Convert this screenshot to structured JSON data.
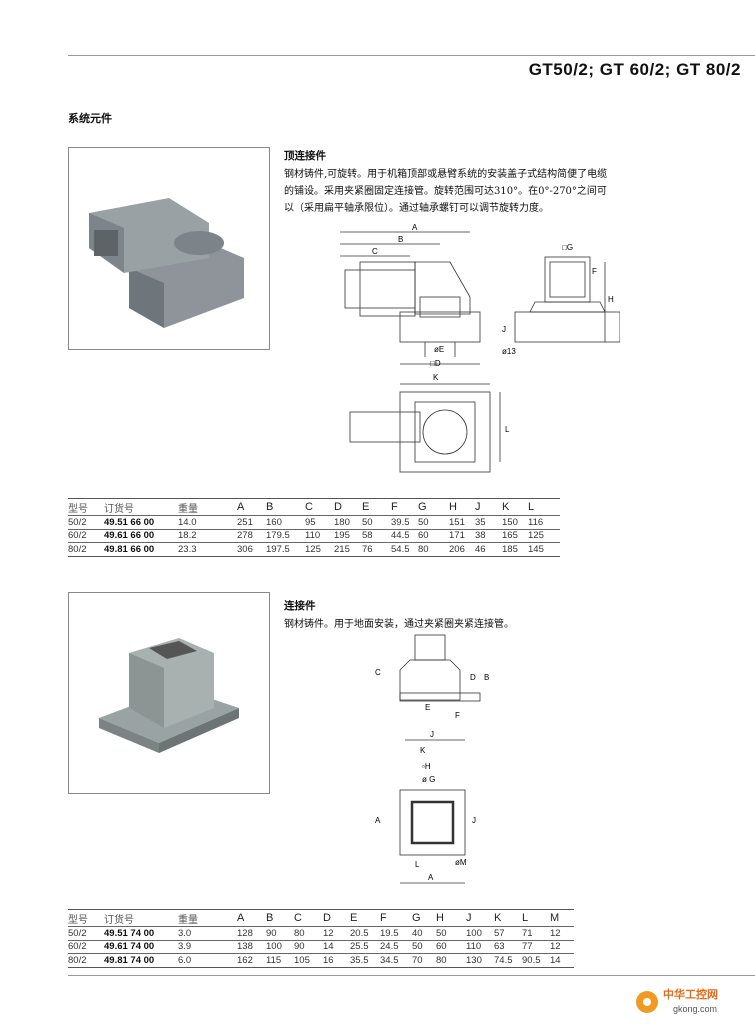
{
  "header": {
    "title": "GT50/2; GT 60/2; GT 80/2"
  },
  "section": "系统元件",
  "products": [
    {
      "name": "顶连接件",
      "description": [
        "钢材铸件,可旋转。用于机箱顶部或悬臂系统的安装盖子式结构简便了电缆",
        "的铺设。采用夹紧圈固定连接管。旋转范围可达310°。在0°-270°之间可",
        "以（采用扁平轴承限位）。通过轴承螺钉可以调节旋转力度。"
      ],
      "drawing_labels": {
        "A": "A",
        "B": "B",
        "C": "C",
        "E": "øE",
        "D": "□D",
        "G": "□G",
        "F": "F",
        "H": "H",
        "J": "J",
        "d13": "ø13",
        "K": "K",
        "L": "L"
      },
      "table": {
        "headers": [
          "型号",
          "订货号",
          "重量",
          "A",
          "B",
          "C",
          "D",
          "E",
          "F",
          "G",
          "H",
          "J",
          "K",
          "L"
        ],
        "rows": [
          [
            "50/2",
            "49.51 66 00",
            "14.0",
            "251",
            "160",
            "95",
            "180",
            "50",
            "39.5",
            "50",
            "151",
            "35",
            "150",
            "116"
          ],
          [
            "60/2",
            "49.61 66 00",
            "18.2",
            "278",
            "179.5",
            "110",
            "195",
            "58",
            "44.5",
            "60",
            "171",
            "38",
            "165",
            "125"
          ],
          [
            "80/2",
            "49.81 66 00",
            "23.3",
            "306",
            "197.5",
            "125",
            "215",
            "76",
            "54.5",
            "80",
            "206",
            "46",
            "185",
            "145"
          ]
        ]
      }
    },
    {
      "name": "连接件",
      "description": [
        "钢材铸件。用于地面安装，通过夹紧圈夹紧连接管。"
      ],
      "drawing_labels": {
        "C": "C",
        "D": "D",
        "B": "B",
        "E": "E",
        "F": "F",
        "J": "J",
        "K": "K",
        "H": "▫H",
        "G": "ø G",
        "A": "A",
        "L": "L",
        "M": "øM"
      },
      "table": {
        "headers": [
          "型号",
          "订货号",
          "重量",
          "A",
          "B",
          "C",
          "D",
          "E",
          "F",
          "G",
          "H",
          "J",
          "K",
          "L",
          "M"
        ],
        "rows": [
          [
            "50/2",
            "49.51 74 00",
            "3.0",
            "128",
            "90",
            "80",
            "12",
            "20.5",
            "19.5",
            "40",
            "50",
            "100",
            "57",
            "71",
            "12"
          ],
          [
            "60/2",
            "49.61 74 00",
            "3.9",
            "138",
            "100",
            "90",
            "14",
            "25.5",
            "24.5",
            "50",
            "60",
            "110",
            "63",
            "77",
            "12"
          ],
          [
            "80/2",
            "49.81 74 00",
            "6.0",
            "162",
            "115",
            "105",
            "16",
            "35.5",
            "34.5",
            "70",
            "80",
            "130",
            "74.5",
            "90.5",
            "14"
          ]
        ]
      }
    }
  ],
  "watermark": {
    "brand": "中华工控网",
    "url": "gkong.com"
  }
}
